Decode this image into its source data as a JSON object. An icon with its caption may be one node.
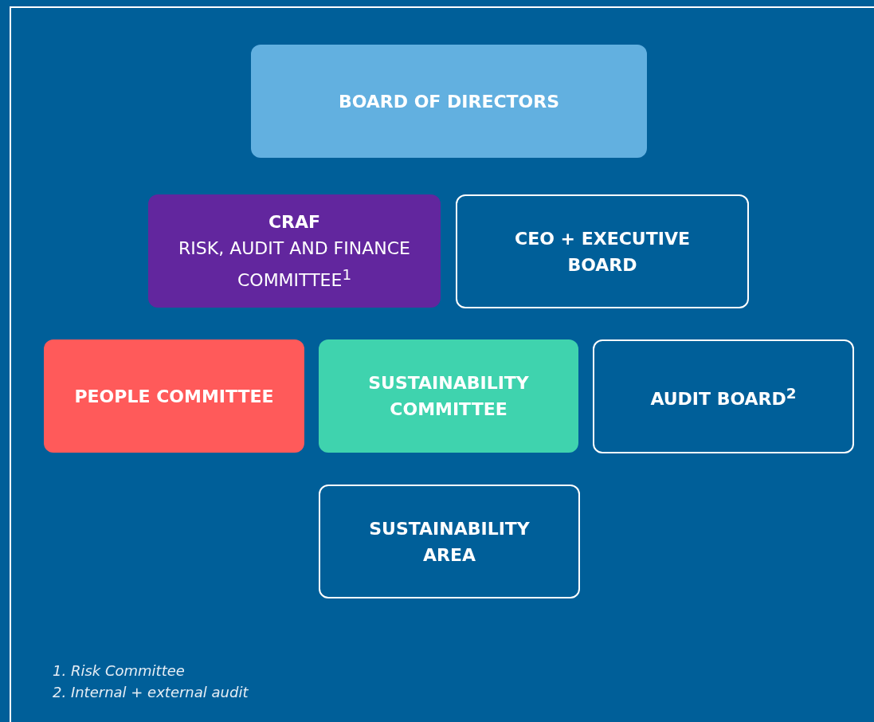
{
  "diagram": {
    "nodes": [
      {
        "text": [
          "BOARD OF DIRECTORS"
        ]
      },
      {
        "text": [
          "CRAF",
          "RISK, AUDIT AND FINANCE COMMITTEE$^{1}$"
        ]
      },
      {
        "text": [
          "CEO + EXECUTIVE BOARD"
        ]
      },
      {
        "text": [
          "PEOPLE COMMITTEE"
        ]
      },
      {
        "text": [
          "SUSTAINABILITY COMMITTEE"
        ]
      },
      {
        "text": [
          "AUDIT BOARD$^{2}$"
        ]
      },
      {
        "text": [
          "SUSTAINABILITY AREA"
        ]
      }
    ],
    "edges": [],
    "labels": [
      "1. Risk Committee",
      "2. Internal + external audit"
    ]
  }
}
